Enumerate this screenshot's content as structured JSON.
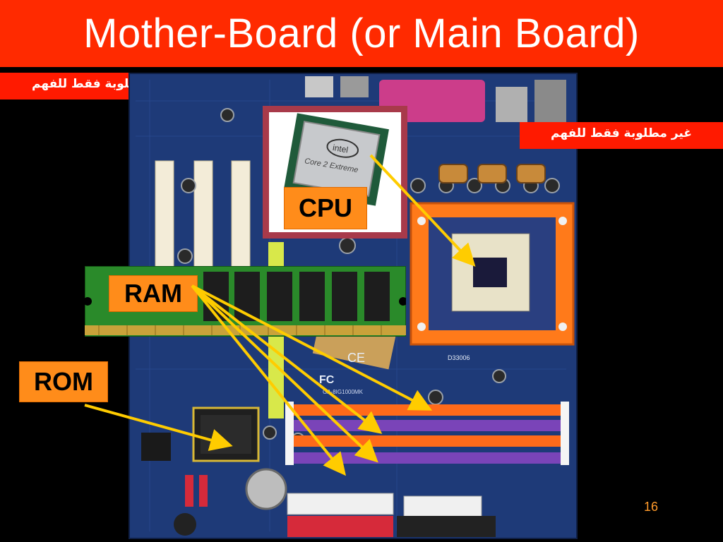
{
  "slide": {
    "title": "Mother-Board (or Main Board)",
    "page_number": "16"
  },
  "notes": {
    "left": "غير مطلوبة فقط للفهم",
    "right": "غير مطلوبة فقط للفهم"
  },
  "labels": {
    "cpu": "CPU",
    "ram": "RAM",
    "rom": "ROM"
  },
  "board_markings": {
    "chip_brand": "intel",
    "chip_model": "Core 2 Extreme",
    "board_code": "D33006",
    "fc_mark": "FC",
    "ce_mark": "CE",
    "model": "GA-8IG1000MK"
  },
  "colors": {
    "title_bar": "#ff2a00",
    "note_bg": "#ff1a00",
    "label_bg": "#ff8c1a",
    "arrow": "#ffcc00",
    "cpu_frame": "#a83a4a",
    "board": "#1e3a78",
    "page_number": "#ff9a2a"
  }
}
